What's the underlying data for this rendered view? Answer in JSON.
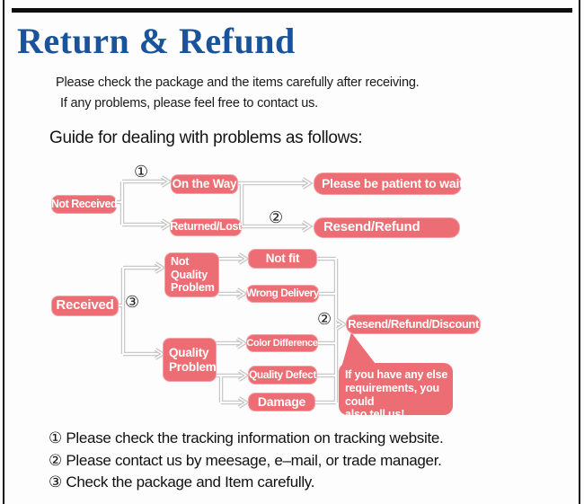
{
  "header": {
    "title": "Return & Refund"
  },
  "intro": {
    "line1": "Please check the package and the items carefully after receiving.",
    "line2": "If any problems, please feel free to contact us.",
    "guide_heading": "Guide for dealing with problems as follows:"
  },
  "colors": {
    "title_blue": "#19539b",
    "node_pink": "#ec6e74",
    "node_border_pink": "#f4a0a5",
    "connector_gray": "#c9c9c9",
    "frame_black": "#111111"
  },
  "flow": {
    "not_received": "Not Received",
    "on_the_way": "On the Way",
    "returned_lost": "Returned/Lost",
    "patient": "Please be patient to wait",
    "resend_refund": "Resend/Refund",
    "received": "Received",
    "not_quality_problem": "Not\nQuality\nProblem",
    "quality_problem": "Quality\nProblem",
    "not_fit": "Not fit",
    "wrong_delivery": "Wrong Delivery",
    "color_difference": "Color Difference",
    "quality_defect": "Quality Defect",
    "damage": "Damage",
    "resend_refund_discount": "Resend/Refund/Discount",
    "bubble_text": "If you have any else\nrequirements, you could\nalso tell us!",
    "marker1": "①",
    "marker2": "②",
    "marker3": "③"
  },
  "footnotes": [
    "① Please check the tracking information on tracking website.",
    "② Please contact us by meesage, e–mail, or trade manager.",
    "③ Check the package and Item carefully."
  ]
}
